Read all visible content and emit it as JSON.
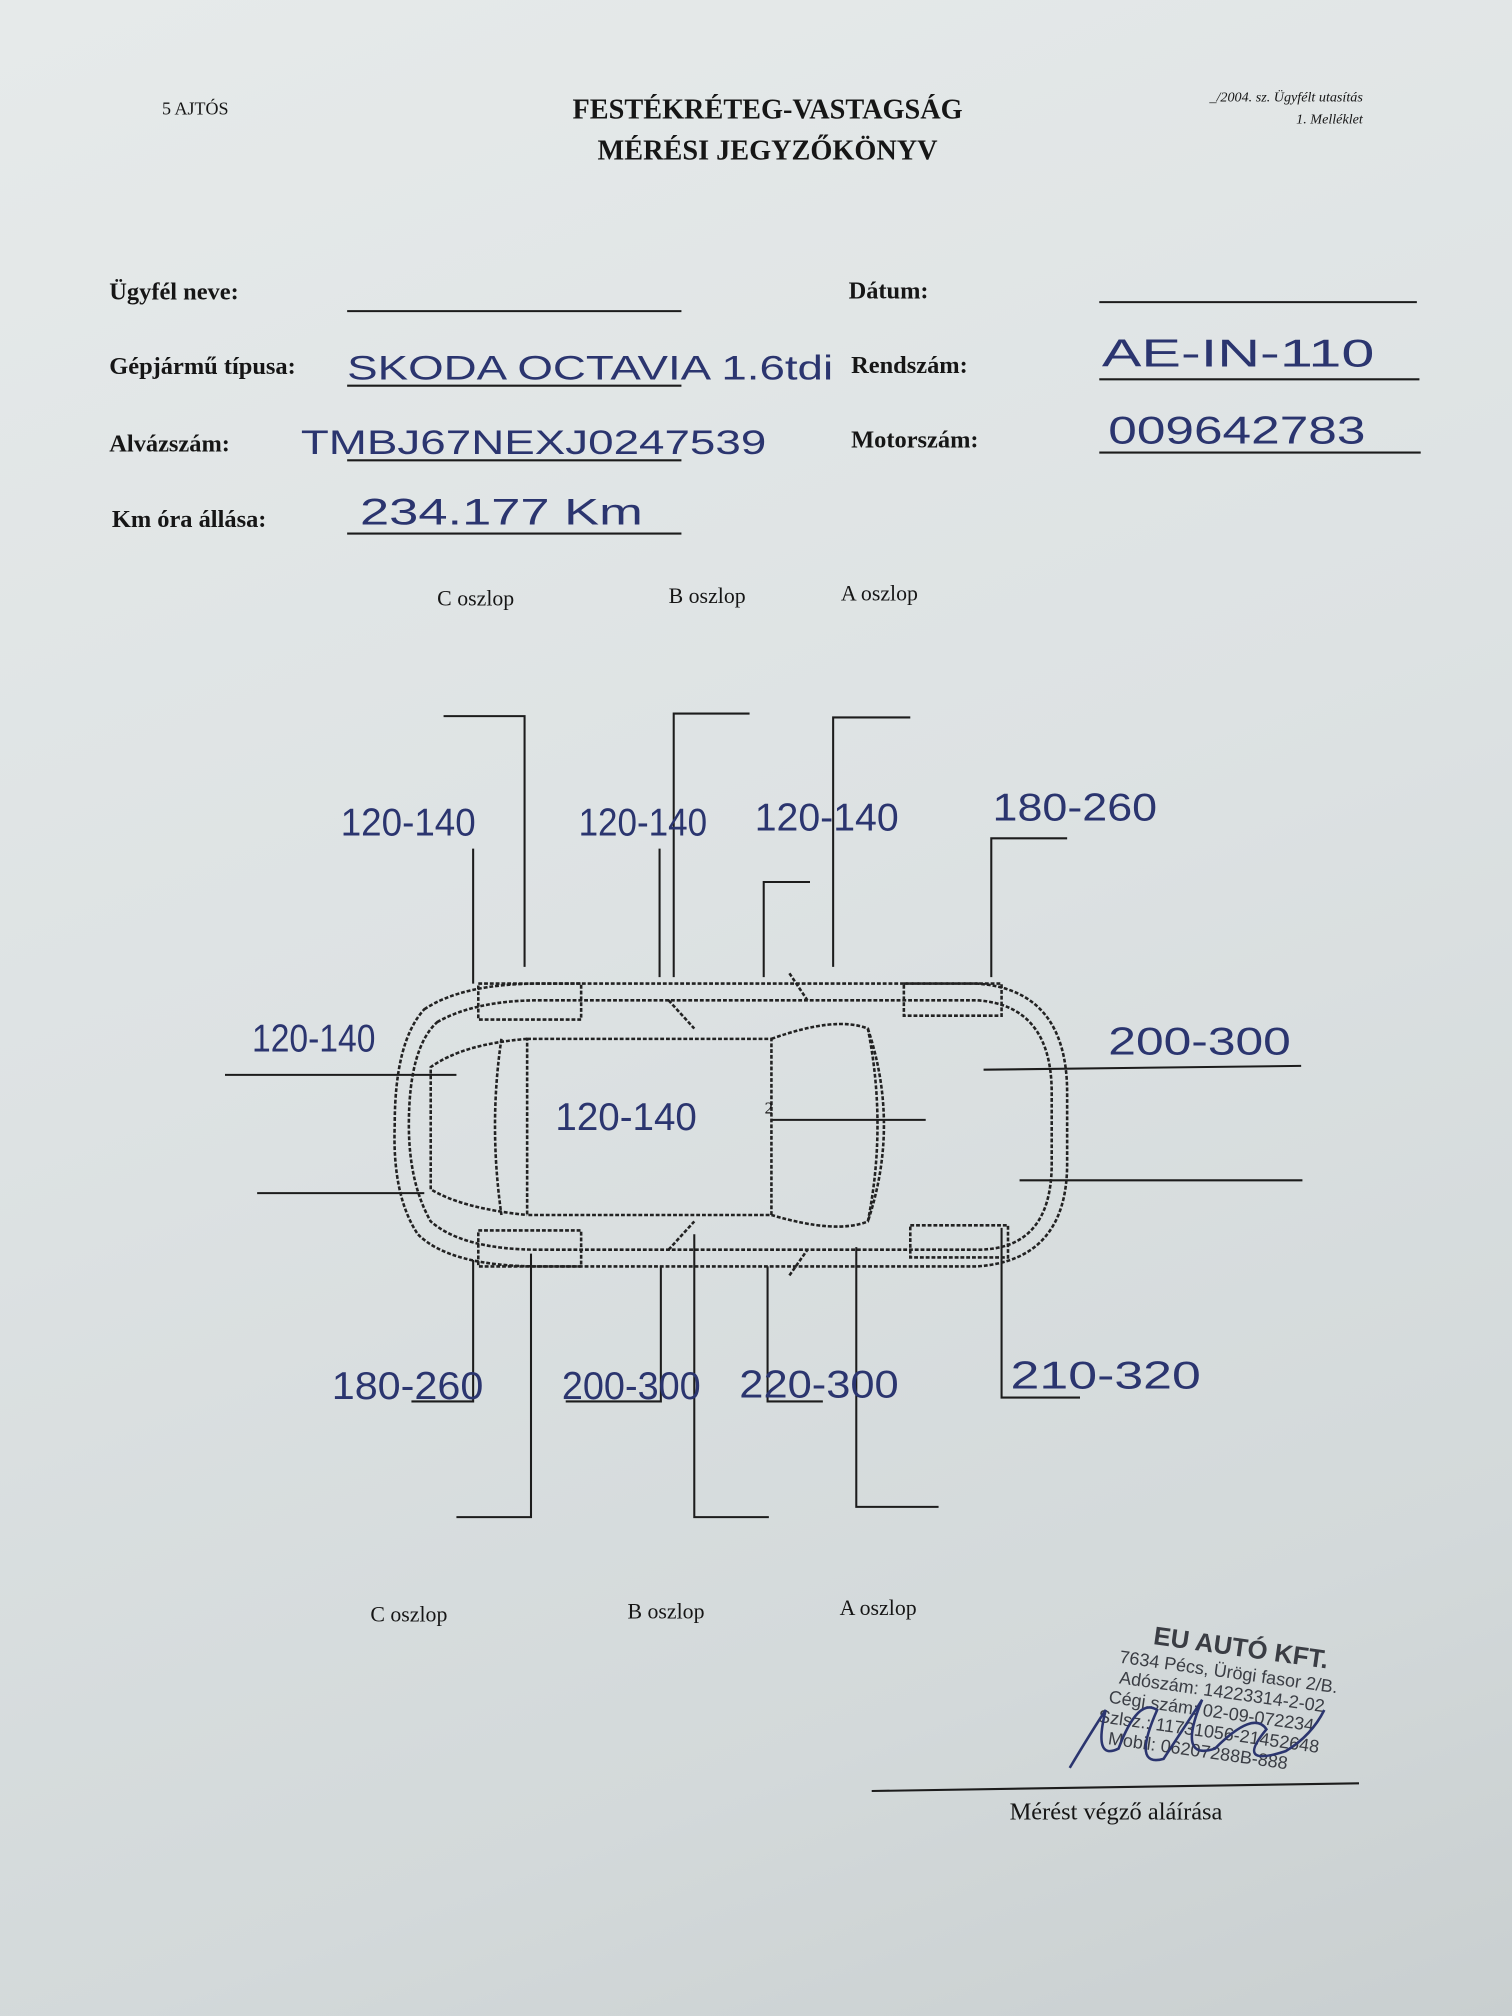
{
  "header": {
    "doors": "5 AJTÓS",
    "title_line1": "FESTÉKRÉTEG-VASTAGSÁG",
    "title_line2": "MÉRÉSI JEGYZŐKÖNYV",
    "reference_line1": "_/2004. sz. Ügyfélt utasítás",
    "reference_line2": "1. Melléklet"
  },
  "fields": {
    "customer_label": "Ügyfél neve:",
    "customer_value": "",
    "date_label": "Dátum:",
    "date_value": "",
    "vehicle_type_label": "Gépjármű típusa:",
    "vehicle_type_value": "SKODA OCTAVIA 1.6tdi",
    "plate_label": "Rendszám:",
    "plate_value": "AE-IN-110",
    "chassis_label": "Alvázszám:",
    "chassis_value": "TMBJ67NEXJ0247539",
    "engine_label": "Motorszám:",
    "engine_value": "009642783",
    "odometer_label": "Km óra állása:",
    "odometer_value": "234.177 Km"
  },
  "diagram": {
    "top_pillars": [
      "C oszlop",
      "B oszlop",
      "A oszlop"
    ],
    "bottom_pillars": [
      "C oszlop",
      "B oszlop",
      "A oszlop"
    ],
    "marker": "2",
    "measurements": {
      "top_rear_door": "120-140",
      "top_front_door_rear": "120-140",
      "top_front_door": "120-140",
      "top_front_fender": "180-260",
      "rear": "120-140",
      "roof": "120-140",
      "hood": "200-300",
      "bottom_rear_fender": "180-260",
      "bottom_rear_door": "200-300",
      "bottom_front_door": "220-300",
      "bottom_front_fender": "210-320"
    }
  },
  "stamp": {
    "company": "EU AUTÓ KFT.",
    "address": "7634 Pécs, Ürögi fasor 2/B.",
    "tax_number": "Adószám: 14223314-2-02",
    "company_reg": "Cégj.szám: 02-09-072234",
    "bank_account": "Szlsz.: 11731056-21452648",
    "mobile": "Mobil: 06207288B-888"
  },
  "signature": {
    "label": "Mérést végző aláírása"
  }
}
